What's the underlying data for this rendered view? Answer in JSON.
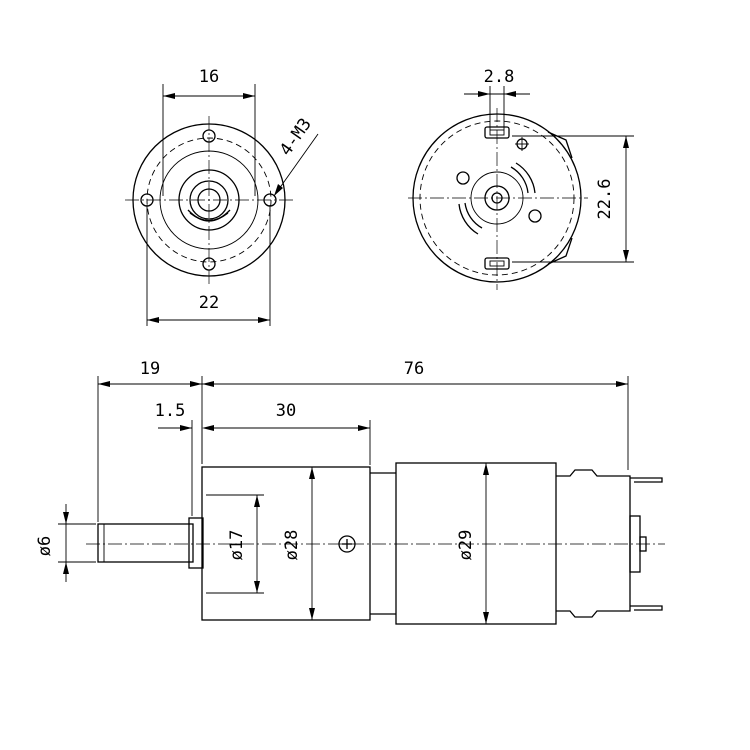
{
  "dimensions": {
    "front_face_bolt_spacing": "16",
    "front_face_diameter": "22",
    "mount_thread": "4-M3",
    "terminal_width": "2.8",
    "terminal_spacing": "22.6",
    "shaft_length": "19",
    "overall_length": "76",
    "boss_height": "1.5",
    "gearbox_length": "30",
    "shaft_diameter": "ø6",
    "boss_diameter": "ø17",
    "gearbox_diameter": "ø28",
    "motor_diameter": "ø29"
  },
  "icons": {
    "screw": "phillips-screw-icon",
    "arrow": "arrowhead-icon"
  }
}
